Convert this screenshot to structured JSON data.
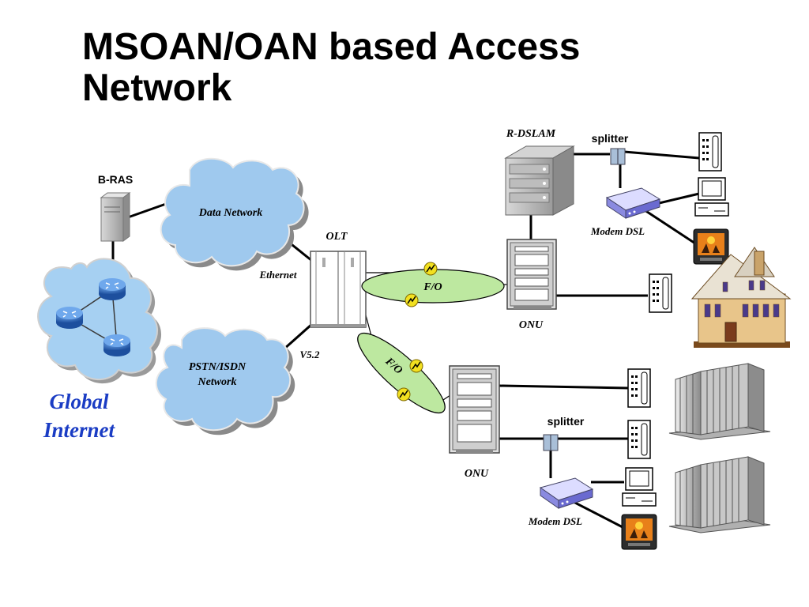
{
  "title": {
    "line1": "MSOAN/OAN based  Access",
    "line2": "Network"
  },
  "labels": {
    "bras": "B-RAS",
    "data_network": "Data Network",
    "pstn_line1": "PSTN/ISDN",
    "pstn_line2": "Network",
    "ethernet": "Ethernet",
    "v52": "V5.2",
    "olt": "OLT",
    "fo_top": "F/O",
    "fo_bottom": "F/O",
    "rdslam": "R-DSLAM",
    "splitter_top": "splitter",
    "splitter_bottom": "splitter",
    "modem_top": "Modem DSL",
    "modem_bottom": "Modem DSL",
    "onu_top": "ONU",
    "onu_bottom": "ONU",
    "global_line1": "Global",
    "global_line2": "Internet"
  },
  "colors": {
    "cloud": "#9fc9ee",
    "cloud_shadow": "#7f7f7f",
    "fiber_ellipse": "#bde8a0",
    "global_text": "#1a3cc4",
    "router": "#2b6cc4"
  }
}
